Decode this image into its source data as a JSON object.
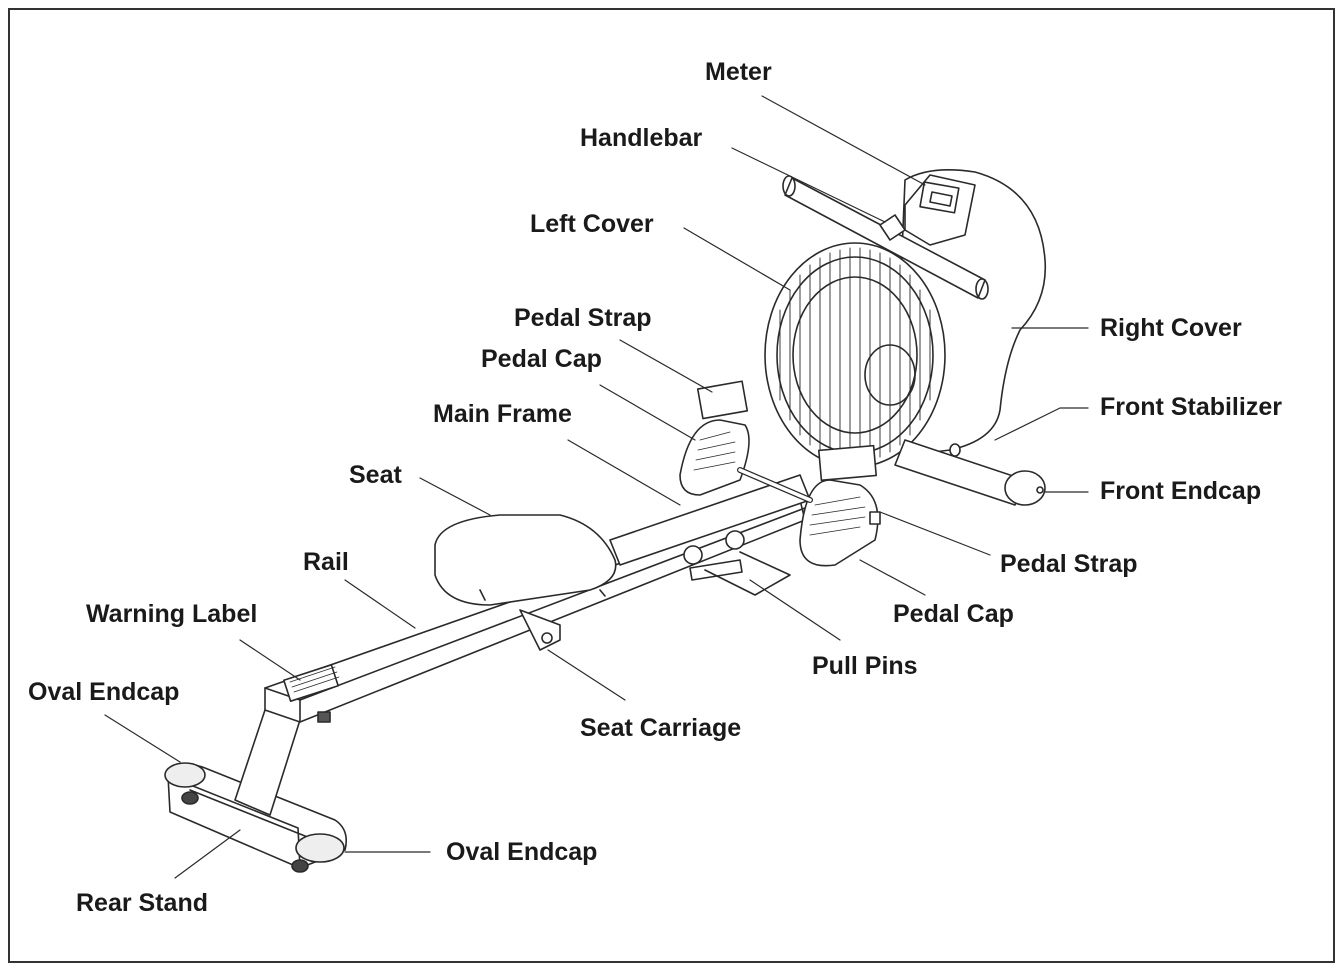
{
  "labels": {
    "meter": "Meter",
    "handlebar": "Handlebar",
    "left_cover": "Left Cover",
    "pedal_strap_left": "Pedal Strap",
    "pedal_cap_left": "Pedal Cap",
    "main_frame": "Main Frame",
    "seat": "Seat",
    "rail": "Rail",
    "warning_label": "Warning Label",
    "oval_endcap_left": "Oval Endcap",
    "rear_stand": "Rear Stand",
    "oval_endcap_right": "Oval Endcap",
    "seat_carriage": "Seat Carriage",
    "pull_pins": "Pull Pins",
    "pedal_cap_right": "Pedal Cap",
    "pedal_strap_right": "Pedal Strap",
    "front_endcap": "Front Endcap",
    "front_stabilizer": "Front Stabilizer",
    "right_cover": "Right Cover"
  },
  "colors": {
    "line": "#2a2a2a",
    "text": "#1a1a1a",
    "background": "#ffffff"
  }
}
